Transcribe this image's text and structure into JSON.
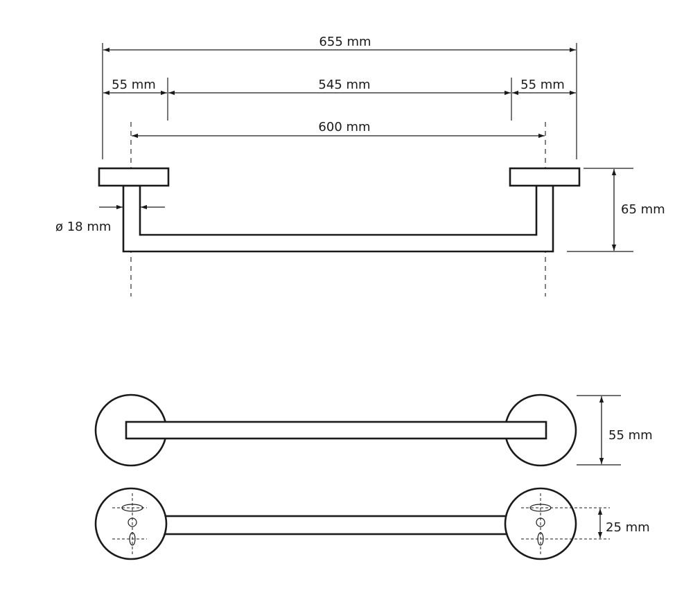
{
  "dimensions": {
    "overall_width": "655 mm",
    "left_margin": "55 mm",
    "center_span": "545 mm",
    "right_margin": "55 mm",
    "mount_spacing": "600 mm",
    "depth": "65 mm",
    "tube_diameter": "ø 18 mm",
    "rosette_diameter": "55 mm",
    "hole_spacing": "25 mm"
  },
  "colors": {
    "line": "#1a1a1a",
    "background": "#ffffff"
  }
}
